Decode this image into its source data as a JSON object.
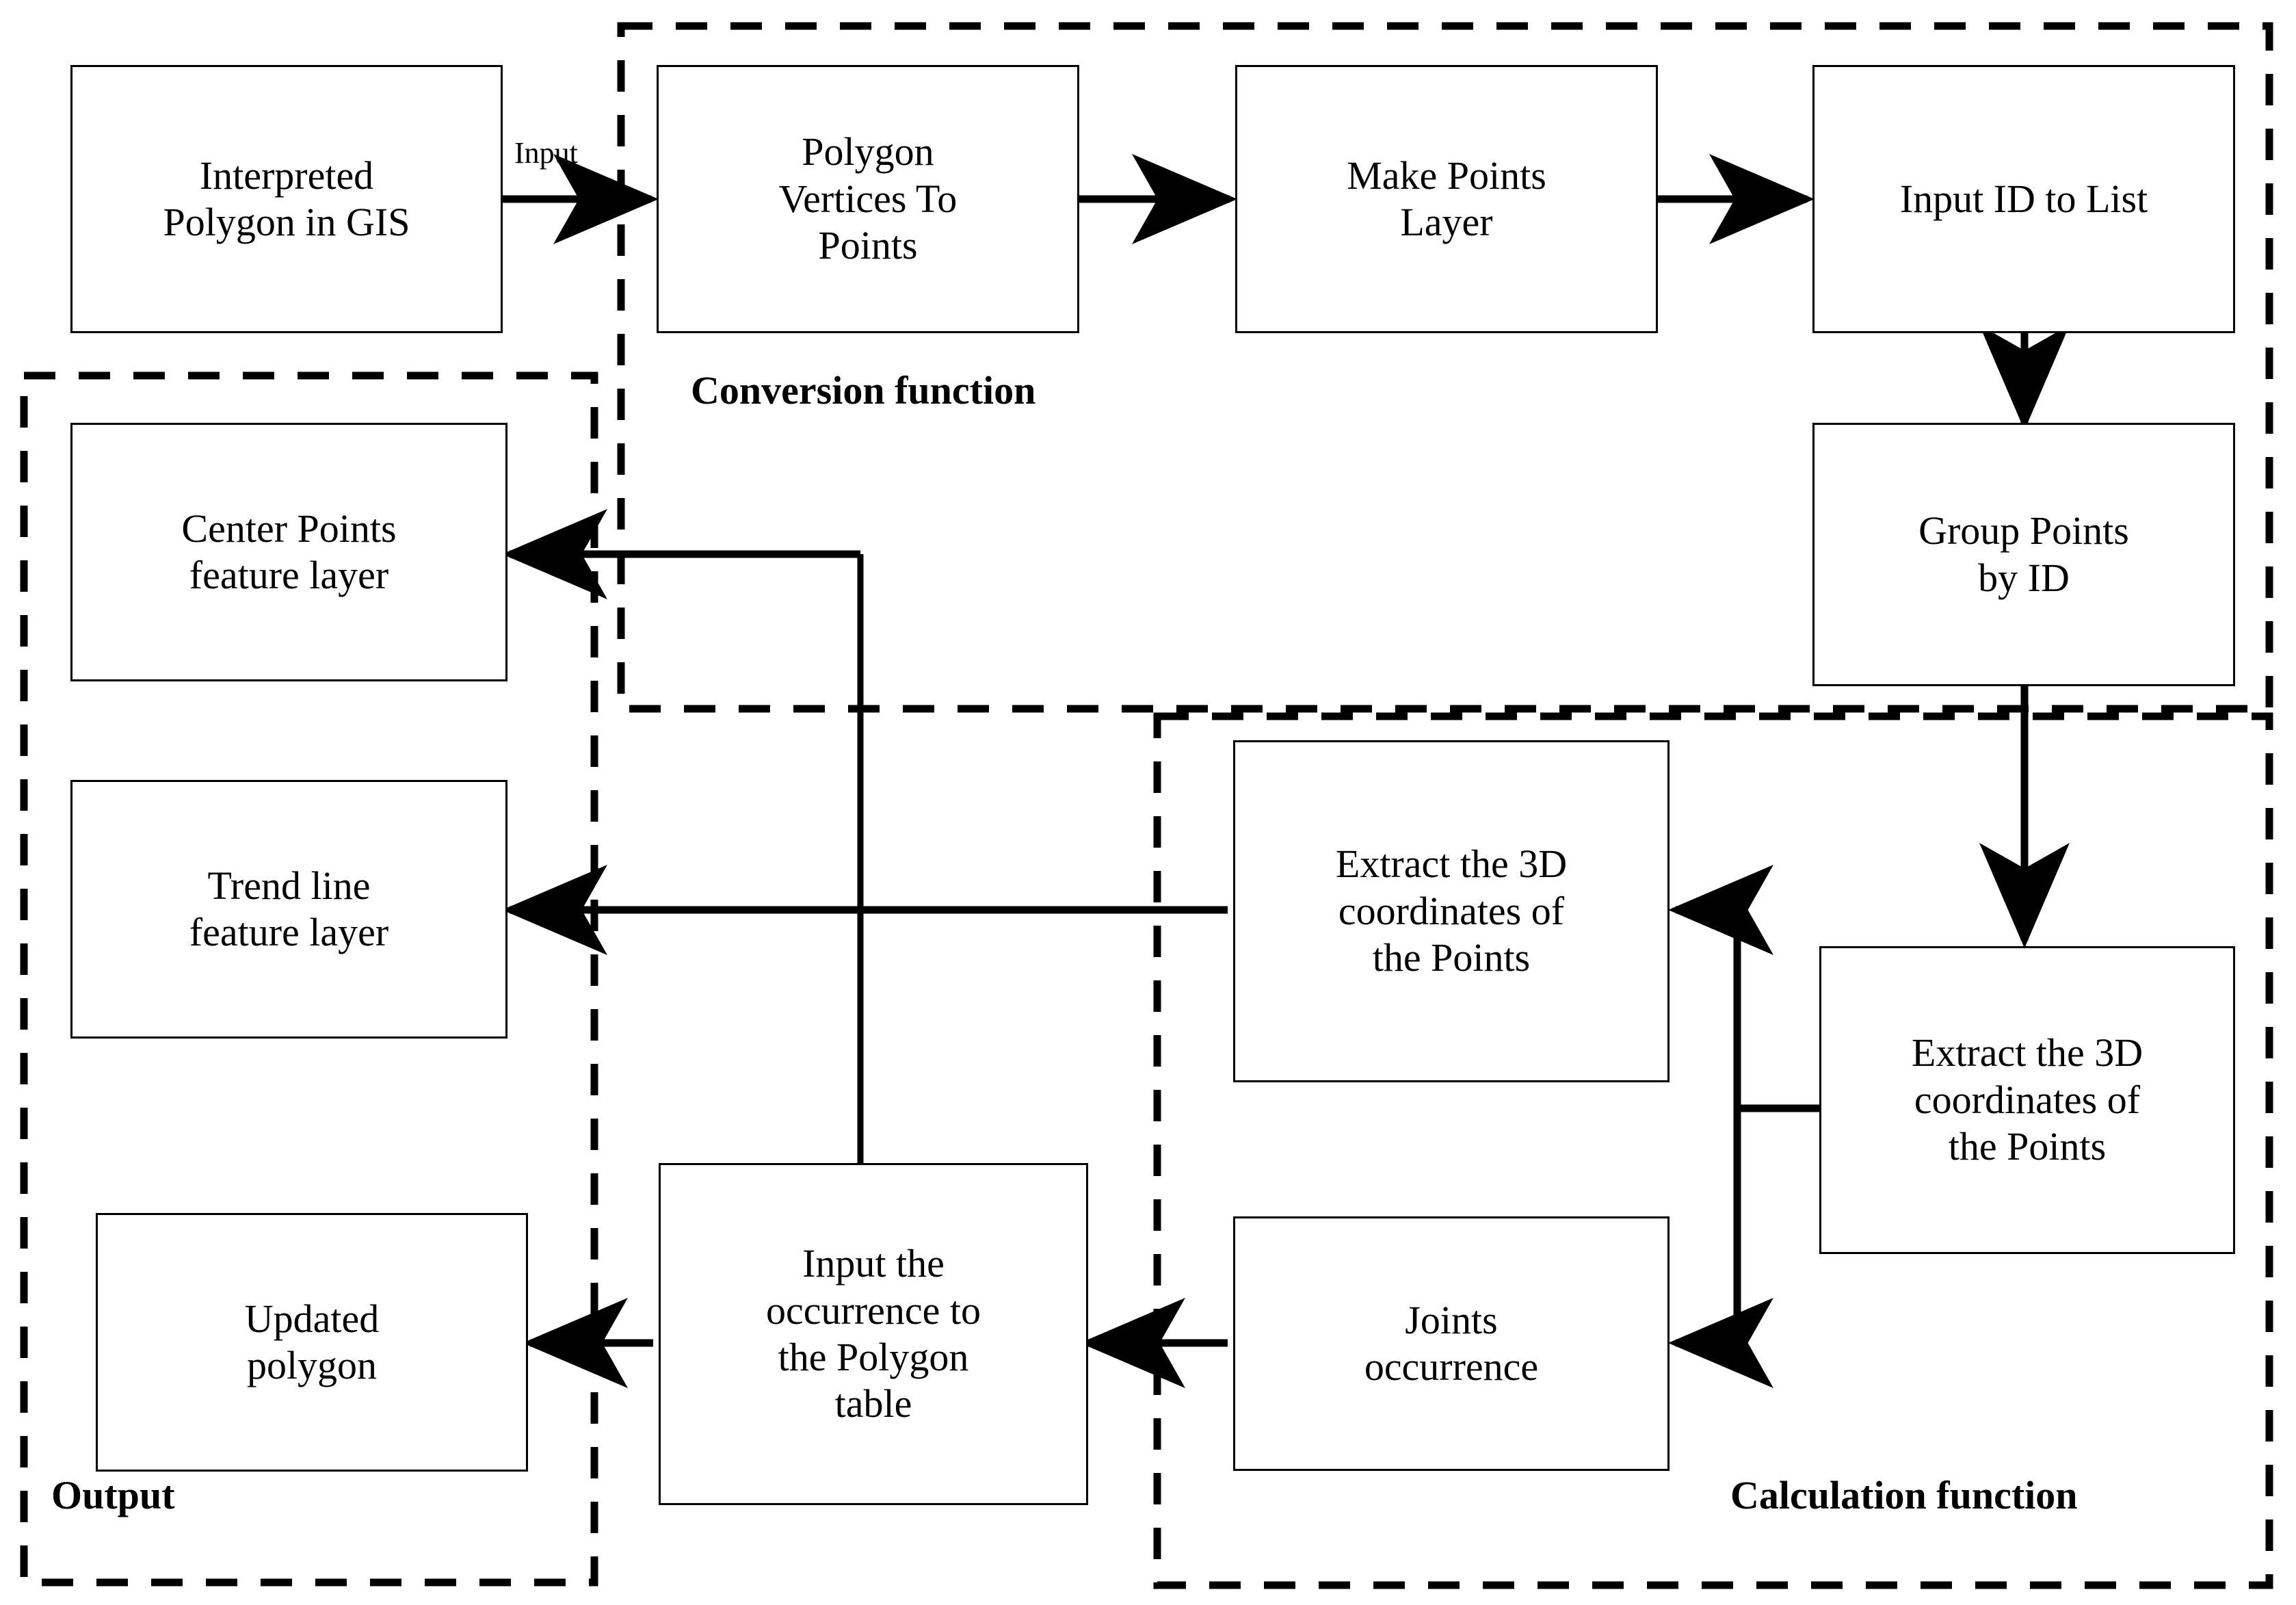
{
  "diagram": {
    "title": "GIS polygon joint-occurrence processing workflow",
    "background": "#ffffff",
    "line_color": "#000000"
  },
  "groups": [
    {
      "id": "conversion",
      "label": "Conversion function",
      "style": "dashed"
    },
    {
      "id": "calculation",
      "label": "Calculation function",
      "style": "dashed"
    },
    {
      "id": "output",
      "label": "Output",
      "style": "dashed"
    }
  ],
  "nodes": {
    "interpreted_polygon": {
      "line1": "Interpreted",
      "line2": "Polygon in GIS"
    },
    "polygon_vertices_to_points": {
      "line1": "Polygon",
      "line2": "Vertices To",
      "line3": "Points"
    },
    "make_points_layer": {
      "line1": "Make Points",
      "line2": "Layer"
    },
    "input_id_to_list": {
      "line1": "Input ID to List"
    },
    "group_points_by_id": {
      "line1": "Group Points",
      "line2": "by ID"
    },
    "extract_3d_right": {
      "line1": "Extract the 3D",
      "line2": "coordinates of",
      "line3": "the Points"
    },
    "extract_3d_middle": {
      "line1": "Extract the 3D",
      "line2": "coordinates of",
      "line3": "the Points"
    },
    "joints_occurrence": {
      "line1": "Joints",
      "line2": "occurrence"
    },
    "input_occurrence_polygon_table": {
      "line1": "Input the",
      "line2": "occurrence to",
      "line3": "the Polygon",
      "line4": "table"
    },
    "center_points_feature_layer": {
      "line1": "Center Points",
      "line2": "feature layer"
    },
    "trend_line_feature_layer": {
      "line1": "Trend line",
      "line2": "feature layer"
    },
    "updated_polygon": {
      "line1": "Updated",
      "line2": "polygon"
    }
  },
  "edge_labels": {
    "input": "Input"
  }
}
